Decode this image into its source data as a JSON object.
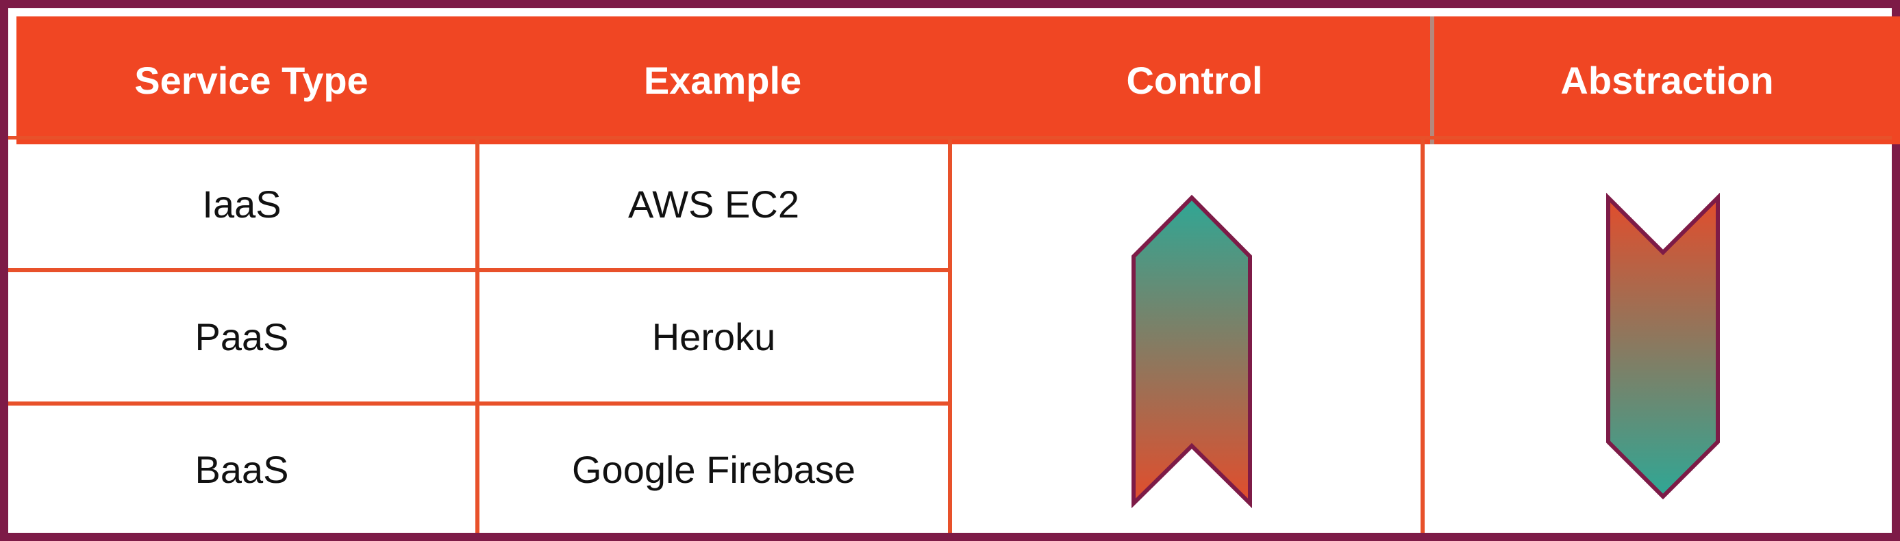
{
  "headers": {
    "service_type": "Service Type",
    "example": "Example",
    "control": "Control",
    "abstraction": "Abstraction"
  },
  "rows": [
    {
      "service_type": "IaaS",
      "example": "AWS EC2"
    },
    {
      "service_type": "PaaS",
      "example": "Heroku"
    },
    {
      "service_type": "BaaS",
      "example": "Google Firebase"
    }
  ],
  "colors": {
    "header_bg": "#f04623",
    "frame_border": "#7d1b47",
    "grid_lines": "#e8512a",
    "gradient_teal": "#2fa795",
    "gradient_orange": "#e24d2c",
    "arrow_outline": "#7d1b47"
  },
  "arrows": {
    "control": "up-arrow-icon",
    "abstraction": "down-arrow-icon"
  }
}
